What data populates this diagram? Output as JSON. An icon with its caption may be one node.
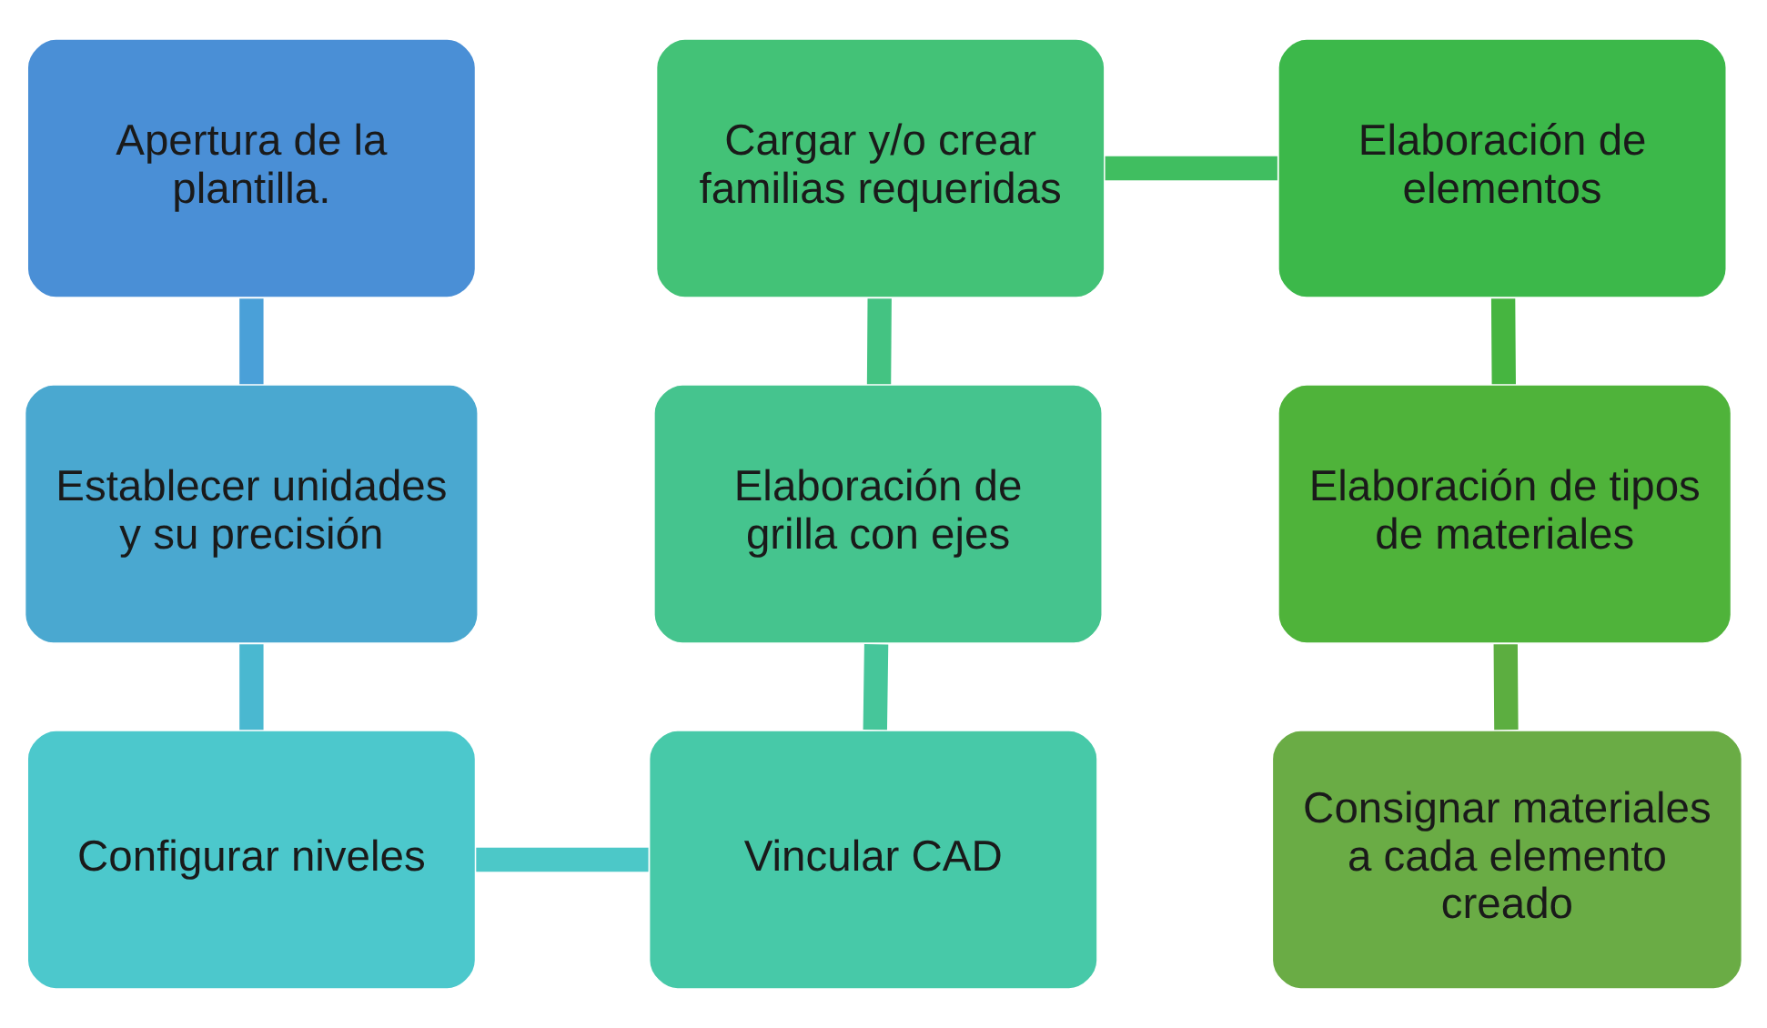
{
  "diagram": {
    "nodes": [
      {
        "text": [
          "Apertura de la plantilla."
        ]
      },
      {
        "text": [
          "Establecer unidades y su precisión"
        ]
      },
      {
        "text": [
          "Configurar niveles"
        ]
      },
      {
        "text": [
          "Vincular CAD"
        ]
      },
      {
        "text": [
          "Elaboración de grilla con ejes"
        ]
      },
      {
        "text": [
          "Cargar y/o crear familias requeridas"
        ]
      },
      {
        "text": [
          "Elaboración de elementos"
        ]
      },
      {
        "text": [
          "Elaboración de tipos de materiales"
        ]
      },
      {
        "text": [
          "Consignar materiales a cada elemento creado"
        ]
      }
    ],
    "edges": [
      {
        "from": 0,
        "to": 1,
        "arrow": "none"
      },
      {
        "from": 1,
        "to": 2,
        "arrow": "none"
      },
      {
        "from": 2,
        "to": 3,
        "arrow": "none"
      },
      {
        "from": 3,
        "to": 4,
        "arrow": "none"
      },
      {
        "from": 4,
        "to": 5,
        "arrow": "none"
      },
      {
        "from": 5,
        "to": 6,
        "arrow": "none",
        "color": "#40be60"
      },
      {
        "from": 6,
        "to": 7,
        "arrow": "none",
        "color": "#46b540"
      },
      {
        "from": 7,
        "to": 8,
        "arrow": "none",
        "color": "#5cae40"
      }
    ]
  }
}
